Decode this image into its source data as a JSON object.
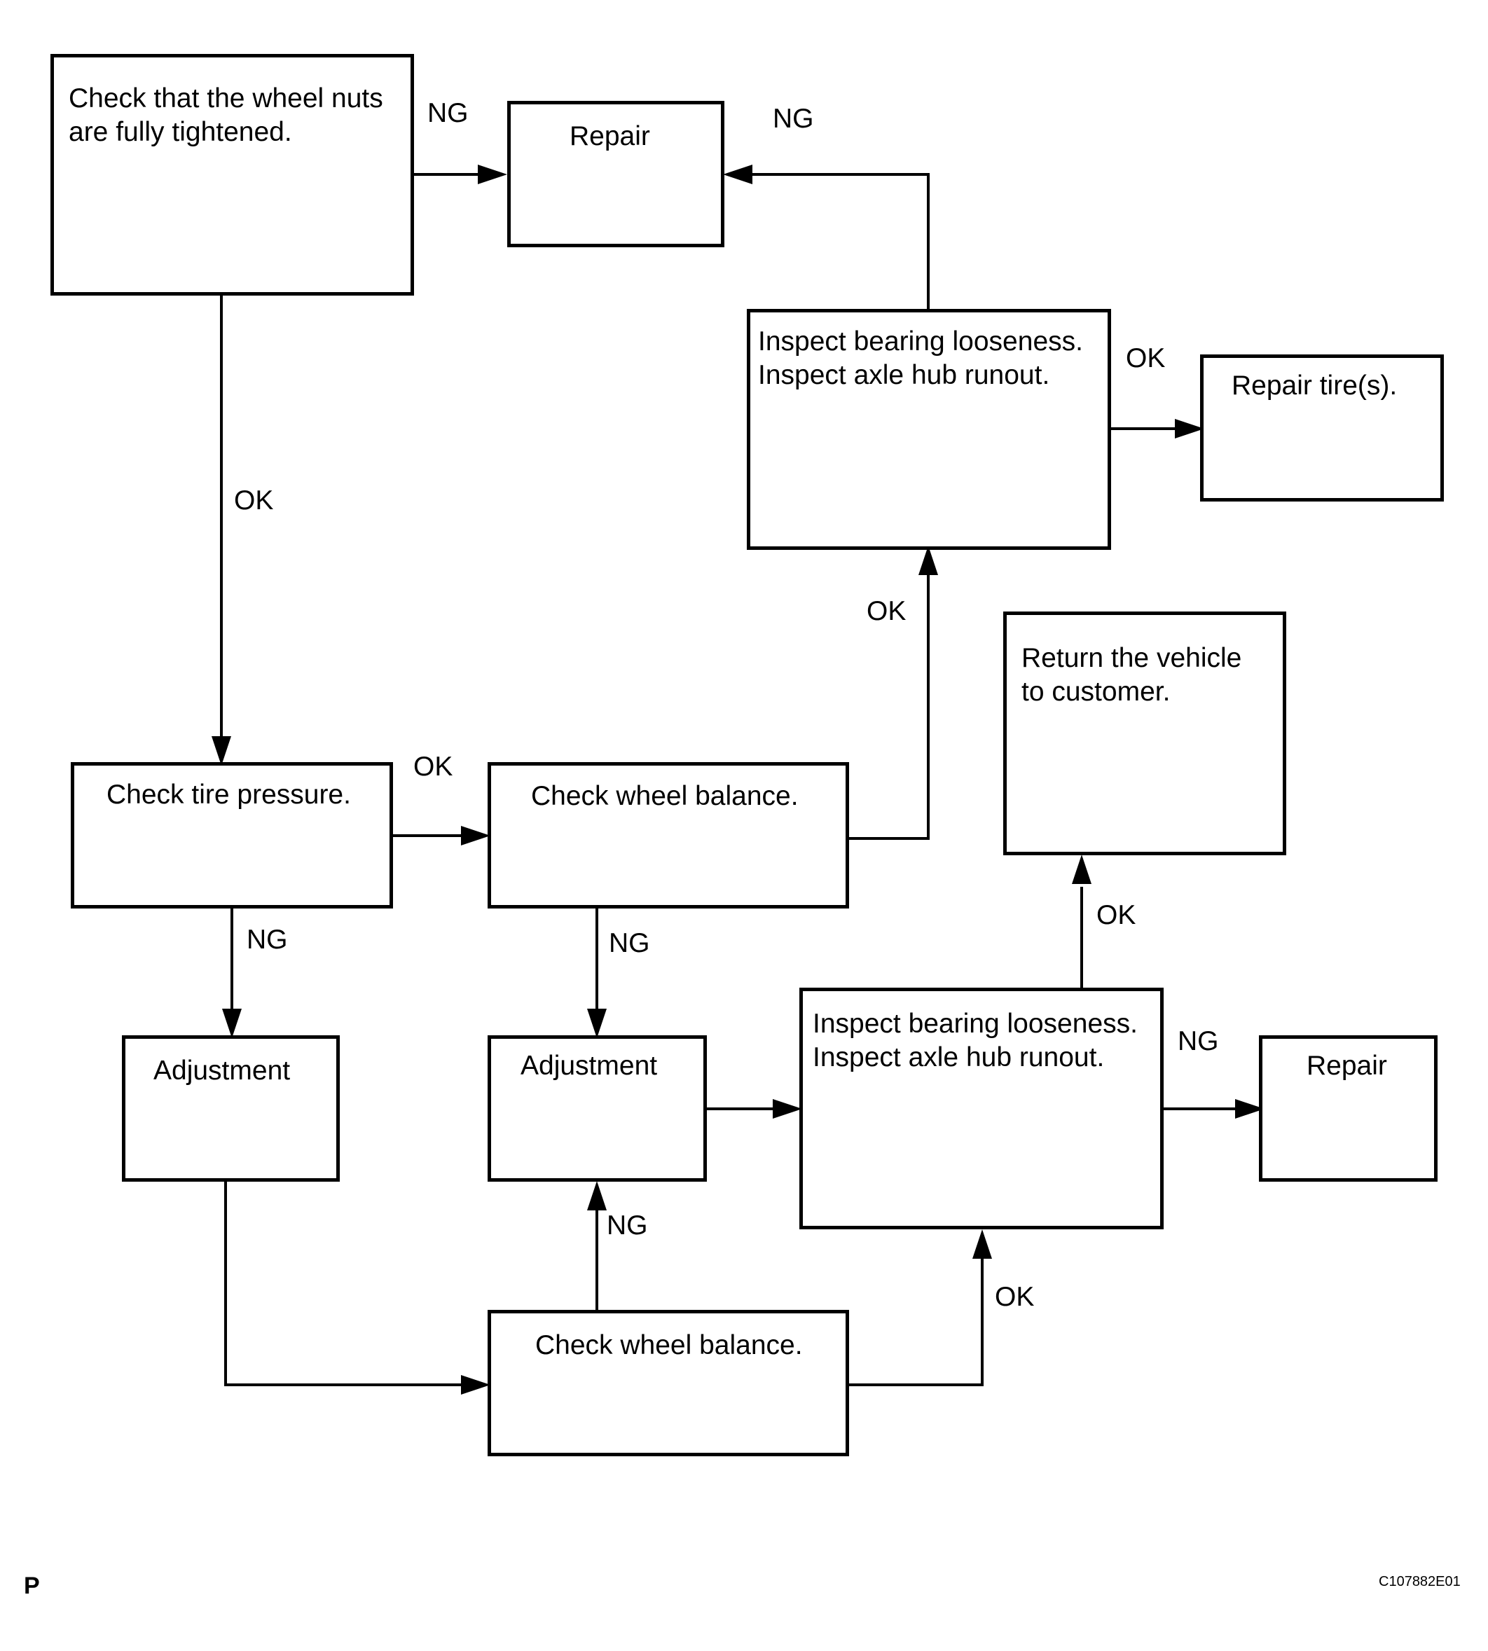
{
  "boxes": {
    "check_wheel_nuts": "Check that the wheel nuts\nare fully tightened.",
    "repair_top": "Repair",
    "inspect_top": "Inspect bearing looseness.\nInspect axle hub runout.",
    "repair_tires": "Repair tire(s).",
    "return_vehicle": "Return the vehicle\nto customer.",
    "check_tire_pressure": "Check tire pressure.",
    "check_wheel_balance_1": "Check wheel balance.",
    "adjustment_left": "Adjustment",
    "adjustment_mid": "Adjustment",
    "inspect_bottom": "Inspect bearing looseness.\nInspect axle hub runout.",
    "repair_right": "Repair",
    "check_wheel_balance_2": "Check wheel balance."
  },
  "labels": {
    "ng_nuts_to_repair": "NG",
    "ng_inspect_to_repair": "NG",
    "ok_inspect_to_tires": "OK",
    "ok_nuts_to_pressure": "OK",
    "ok_balance_to_inspect": "OK",
    "ok_pressure_to_balance": "OK",
    "ng_pressure_to_adjust": "NG",
    "ng_balance_to_adjust": "NG",
    "ok_inspect_to_return": "OK",
    "ng_inspect_to_repair_right": "NG",
    "ng_balance2_to_adjust": "NG",
    "ok_balance2_to_inspect": "OK"
  },
  "footer": {
    "left_mark": "P",
    "figure_code": "C107882E01"
  }
}
